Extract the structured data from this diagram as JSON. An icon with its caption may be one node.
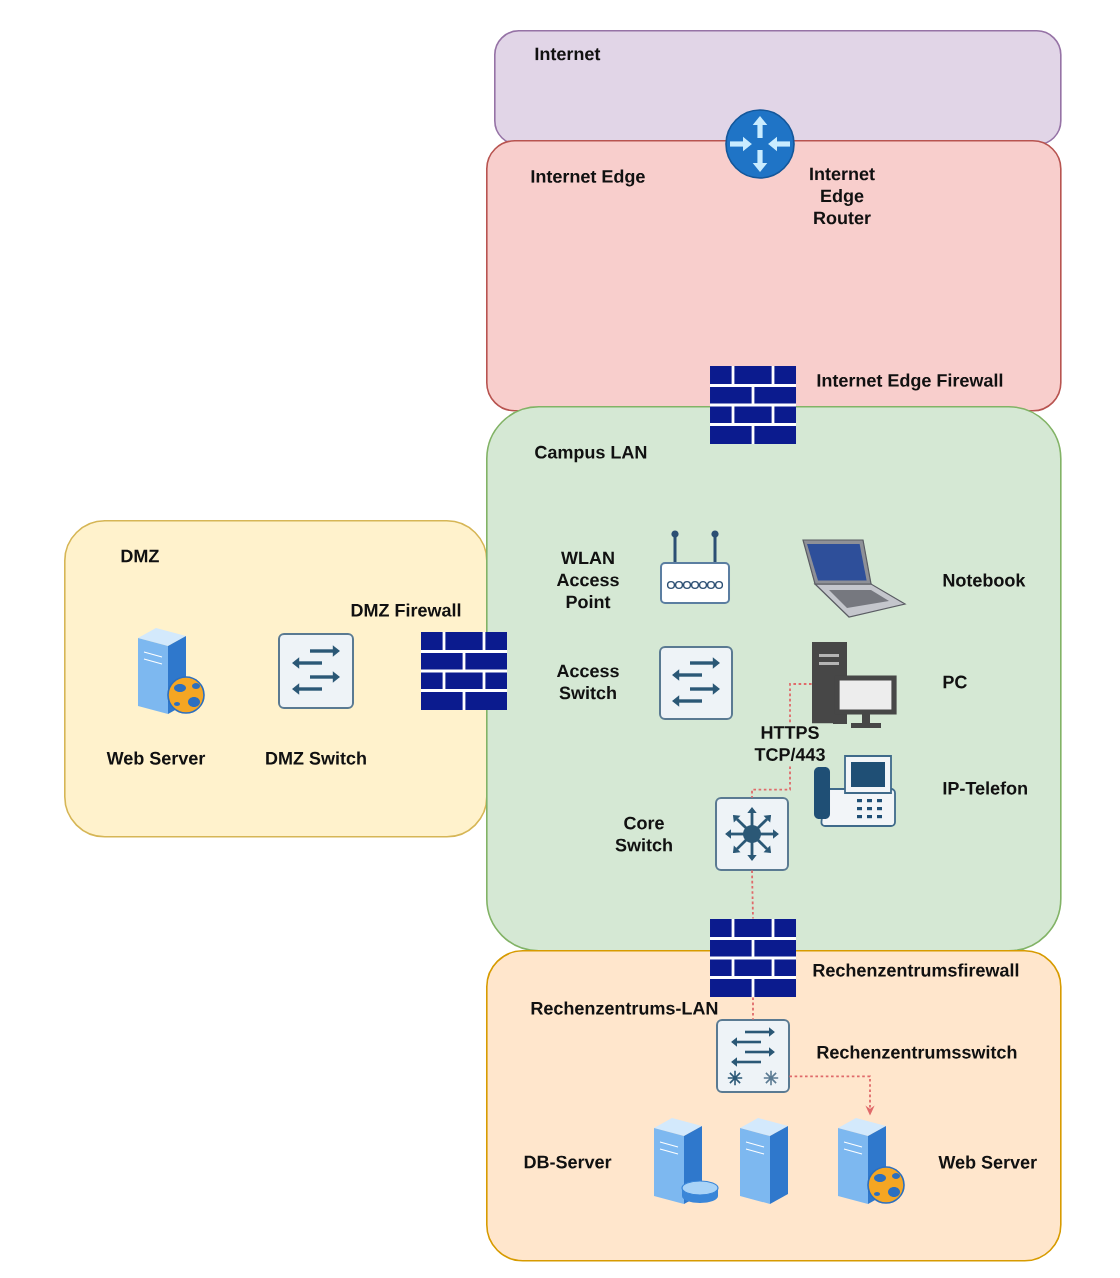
{
  "diagram": {
    "nodes": [
      {
        "text": [
          "Internet"
        ]
      },
      {
        "text": [
          "Internet Edge"
        ]
      },
      {
        "text": [
          "Internet Edge Router"
        ],
        "in": 1
      },
      {
        "text": [
          "Internet Edge Firewall"
        ],
        "in": 1
      },
      {
        "text": [
          "Campus LAN"
        ]
      },
      {
        "text": [
          "DMZ"
        ]
      },
      {
        "text": [
          "WLAN Access Point"
        ],
        "in": 4
      },
      {
        "text": [
          "Notebook"
        ],
        "in": 4
      },
      {
        "text": [
          "DMZ Firewall"
        ],
        "in": 5
      },
      {
        "text": [
          "Web Server"
        ],
        "in": 5
      },
      {
        "text": [
          "DMZ Switch"
        ],
        "in": 5
      },
      {
        "text": [
          "Access Switch"
        ],
        "in": 4
      },
      {
        "text": [
          "PC"
        ],
        "in": 4
      },
      {
        "text": [
          "IP-Telefon"
        ],
        "in": 4
      },
      {
        "text": [
          "Core Switch"
        ],
        "in": 4
      },
      {
        "text": [
          "Rechenzentrumsfirewall"
        ],
        "in": 16
      },
      {
        "text": [
          "Rechenzentrums-LAN"
        ]
      },
      {
        "text": [
          "Rechenzentrumsswitch"
        ],
        "in": 16
      },
      {
        "text": [
          "DB-Server"
        ],
        "in": 16
      },
      {
        "text": [],
        "shape": "picture",
        "in": 16
      },
      {
        "text": [
          "Web Server"
        ],
        "in": 16
      }
    ],
    "edges": [
      {
        "from": 12,
        "to": 14,
        "arrow": "none",
        "style": "dashed",
        "label": "HTTPS TCP/443"
      },
      {
        "from": 14,
        "to": 15,
        "arrow": "none",
        "style": "dashed"
      },
      {
        "from": 15,
        "to": 17,
        "arrow": "none",
        "style": "dashed"
      },
      {
        "from": 17,
        "to": 20,
        "arrow": "to",
        "style": "dashed"
      }
    ]
  }
}
